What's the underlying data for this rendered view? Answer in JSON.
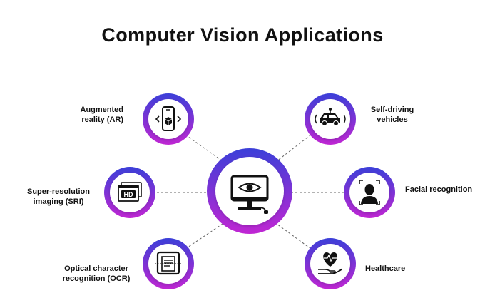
{
  "title": "Computer Vision Applications",
  "colors": {
    "ring_start": "#3b3fd8",
    "ring_end": "#c026d3",
    "connector": "#666666",
    "icon": "#111111"
  },
  "center": {
    "icon": "monitor-eye-icon"
  },
  "nodes": [
    {
      "id": "ar",
      "lines": [
        "Augmented",
        "reality (AR)"
      ],
      "icon": "ar-cube-phone-icon"
    },
    {
      "id": "sri",
      "lines": [
        "Super-resolution",
        "imaging (SRI)"
      ],
      "icon": "hd-screen-icon"
    },
    {
      "id": "ocr",
      "lines": [
        "Optical character",
        "recognition (OCR)"
      ],
      "icon": "document-scan-icon"
    },
    {
      "id": "sdv",
      "lines": [
        "Self-driving",
        "vehicles"
      ],
      "icon": "car-signal-icon"
    },
    {
      "id": "face",
      "lines": [
        "Facial recognition"
      ],
      "icon": "face-scan-icon"
    },
    {
      "id": "health",
      "lines": [
        "Healthcare"
      ],
      "icon": "heart-hand-icon"
    }
  ]
}
